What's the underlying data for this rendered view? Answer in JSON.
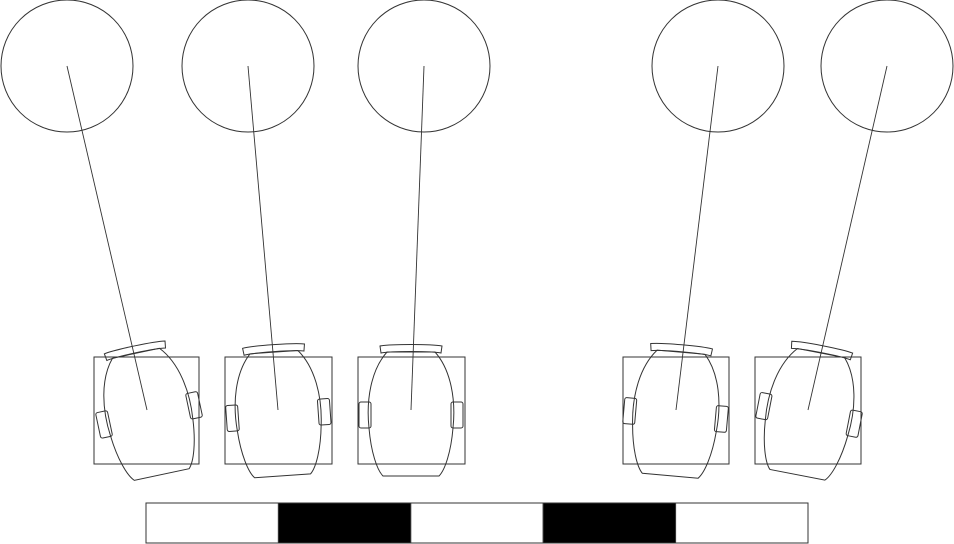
{
  "drawing": {
    "colors": {
      "stroke": "#333333",
      "scale_dark": "#000000",
      "scale_light": "#ffffff",
      "background": "#ffffff"
    },
    "units": [
      {
        "id": 1,
        "kind": "seat-with-callout"
      },
      {
        "id": 2,
        "kind": "seat-with-callout"
      },
      {
        "id": 3,
        "kind": "seat-with-callout"
      },
      {
        "id": 4,
        "kind": "seat-with-callout"
      },
      {
        "id": 5,
        "kind": "seat-with-callout"
      }
    ],
    "scale_bar": {
      "segments": [
        "light",
        "dark",
        "light",
        "dark",
        "light"
      ]
    }
  }
}
